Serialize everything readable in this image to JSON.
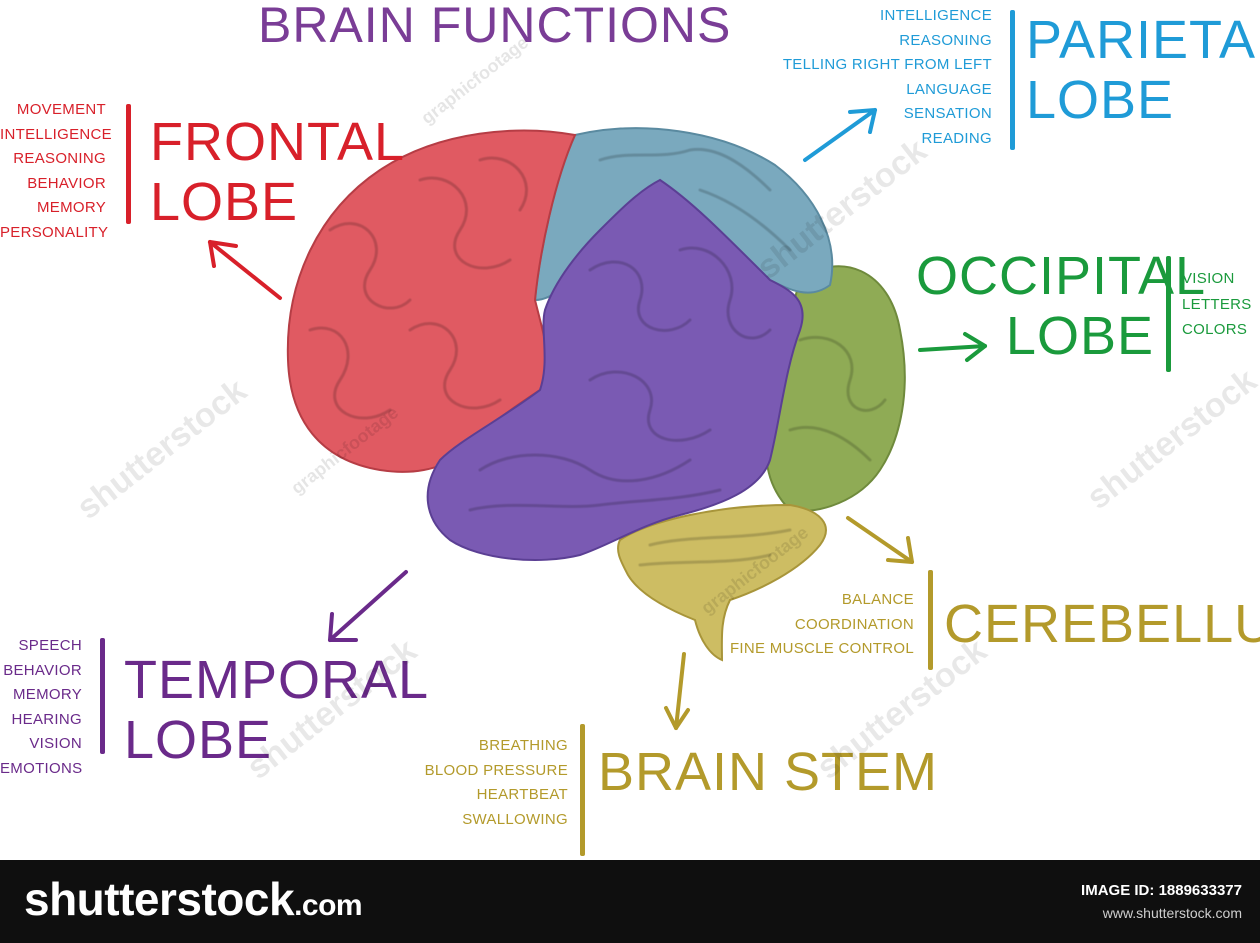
{
  "title": "BRAIN FUNCTIONS",
  "colors": {
    "frontal": "#d8202a",
    "parietal": "#1f9bd7",
    "occipital": "#1a9a3c",
    "temporal": "#6a2a8a",
    "cerebellum": "#b39a2b",
    "brain_stem": "#b39a2b",
    "title": "#7a3d96"
  },
  "lobes": {
    "frontal": {
      "name_line1": "FRONTAL",
      "name_line2": "LOBE",
      "functions": [
        "MOVEMENT",
        "INTELLIGENCE",
        "REASONING",
        "BEHAVIOR",
        "MEMORY",
        "PERSONALITY"
      ]
    },
    "parietal": {
      "name_line1": "PARIETAL",
      "name_line2": "LOBE",
      "functions": [
        "INTELLIGENCE",
        "REASONING",
        "TELLING RIGHT FROM LEFT",
        "LANGUAGE",
        "SENSATION",
        "READING"
      ]
    },
    "occipital": {
      "name_line1": "OCCIPITAL",
      "name_line2": "LOBE",
      "functions": [
        "VISION",
        "LETTERS",
        "COLORS"
      ]
    },
    "temporal": {
      "name_line1": "TEMPORAL",
      "name_line2": "LOBE",
      "functions": [
        "SPEECH",
        "BEHAVIOR",
        "MEMORY",
        "HEARING",
        "VISION",
        "EMOTIONS"
      ]
    },
    "cerebellum": {
      "name_line1": "CEREBELLUM",
      "functions": [
        "BALANCE",
        "COORDINATION",
        "FINE MUSCLE CONTROL"
      ]
    },
    "brain_stem": {
      "name_line1": "BRAIN STEM",
      "functions": [
        "BREATHING",
        "BLOOD PRESSURE",
        "HEARTBEAT",
        "SWALLOWING"
      ]
    }
  },
  "watermarks": {
    "brand": "shutterstock",
    "contributor": "graphicfootage"
  },
  "footer": {
    "logo": "shutterstock",
    "logo_suffix": ".com",
    "image_id_label": "IMAGE ID:",
    "image_id": "1889633377",
    "site": "www.shutterstock.com"
  }
}
